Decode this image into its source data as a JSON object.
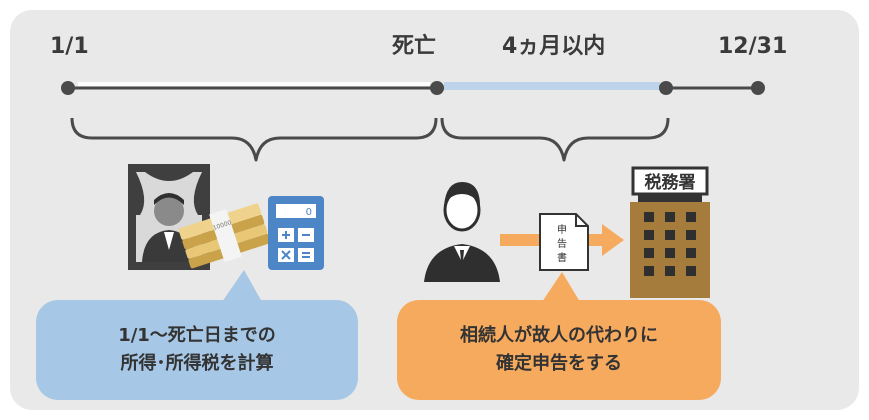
{
  "timeline": {
    "start_label": "1/1",
    "death_label": "死亡",
    "deadline_label": "4ヵ月以内",
    "end_label": "12/31"
  },
  "left_box": {
    "line1": "1/1～死亡日までの",
    "line2": "所得･所得税を計算"
  },
  "right_box": {
    "line1": "相続人が故人の代わりに",
    "line2": "確定申告をする"
  },
  "icons": {
    "calculator_display": "0",
    "money_band": "10000",
    "document_text": [
      "申",
      "告",
      "書"
    ],
    "tax_office_sign": "税務署"
  },
  "colors": {
    "panel": "#e9e9e9",
    "line_dark": "#4a4a4a",
    "line_light": "#ffffff",
    "line_blue": "#bcd3ea",
    "blue_box": "#a6c7e6",
    "orange_box": "#f6aa5e",
    "arrow": "#f6aa5e",
    "building": "#a67c3d",
    "calculator": "#4d86c6"
  }
}
